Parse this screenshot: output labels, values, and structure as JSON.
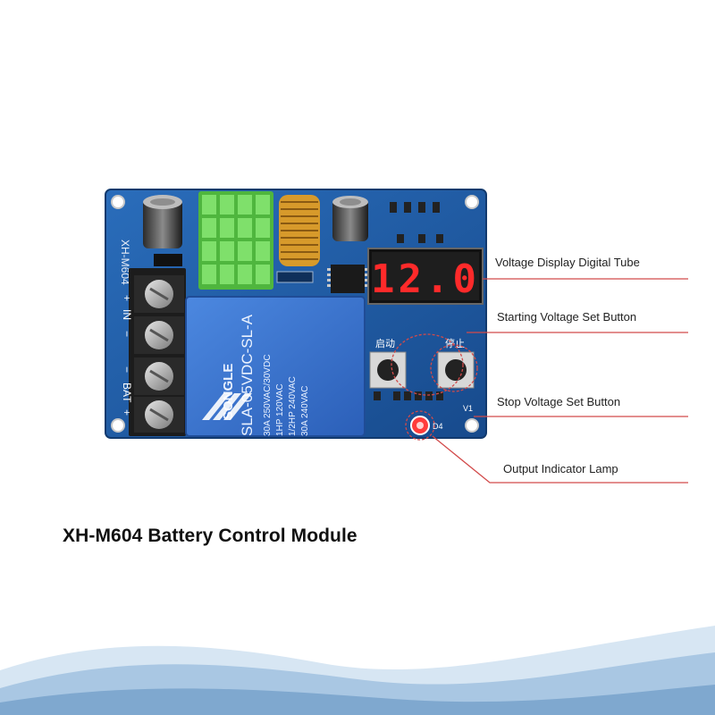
{
  "title": "XH-M604 Battery Control Module",
  "board": {
    "model_text": "XH-M604",
    "display_value": "12.0",
    "relay_brand": "SONGLE",
    "relay_model": "SLA-05VDC-SL-A",
    "relay_ratings": [
      "30A 250VAC/30VDC",
      "1HP 120VAC",
      "1/2HP 240VAC",
      "30A 240VAC"
    ],
    "terminal_labels": {
      "in": "IN",
      "bat": "BAT",
      "plus": "+",
      "minus": "−"
    },
    "button_start_label": "启动",
    "button_stop_label": "停止",
    "led_label": "D4",
    "v1_label": "V1"
  },
  "callouts": [
    {
      "label": "Voltage Display Digital Tube"
    },
    {
      "label": "Starting Voltage Set Button"
    },
    {
      "label": "Stop Voltage Set Button"
    },
    {
      "label": "Output Indicator Lamp"
    }
  ],
  "colors": {
    "pcb": "#1f5fa8",
    "pcb_dark": "#163f78",
    "heatsink": "#5cc94a",
    "relay": "#3b78d4",
    "display_bg": "#1a1a1a",
    "display_digit": "#ff2a2a",
    "callout_line": "#d24a4a",
    "wave_light": "#d7e6f3",
    "wave_dark": "#7fa8cf"
  }
}
